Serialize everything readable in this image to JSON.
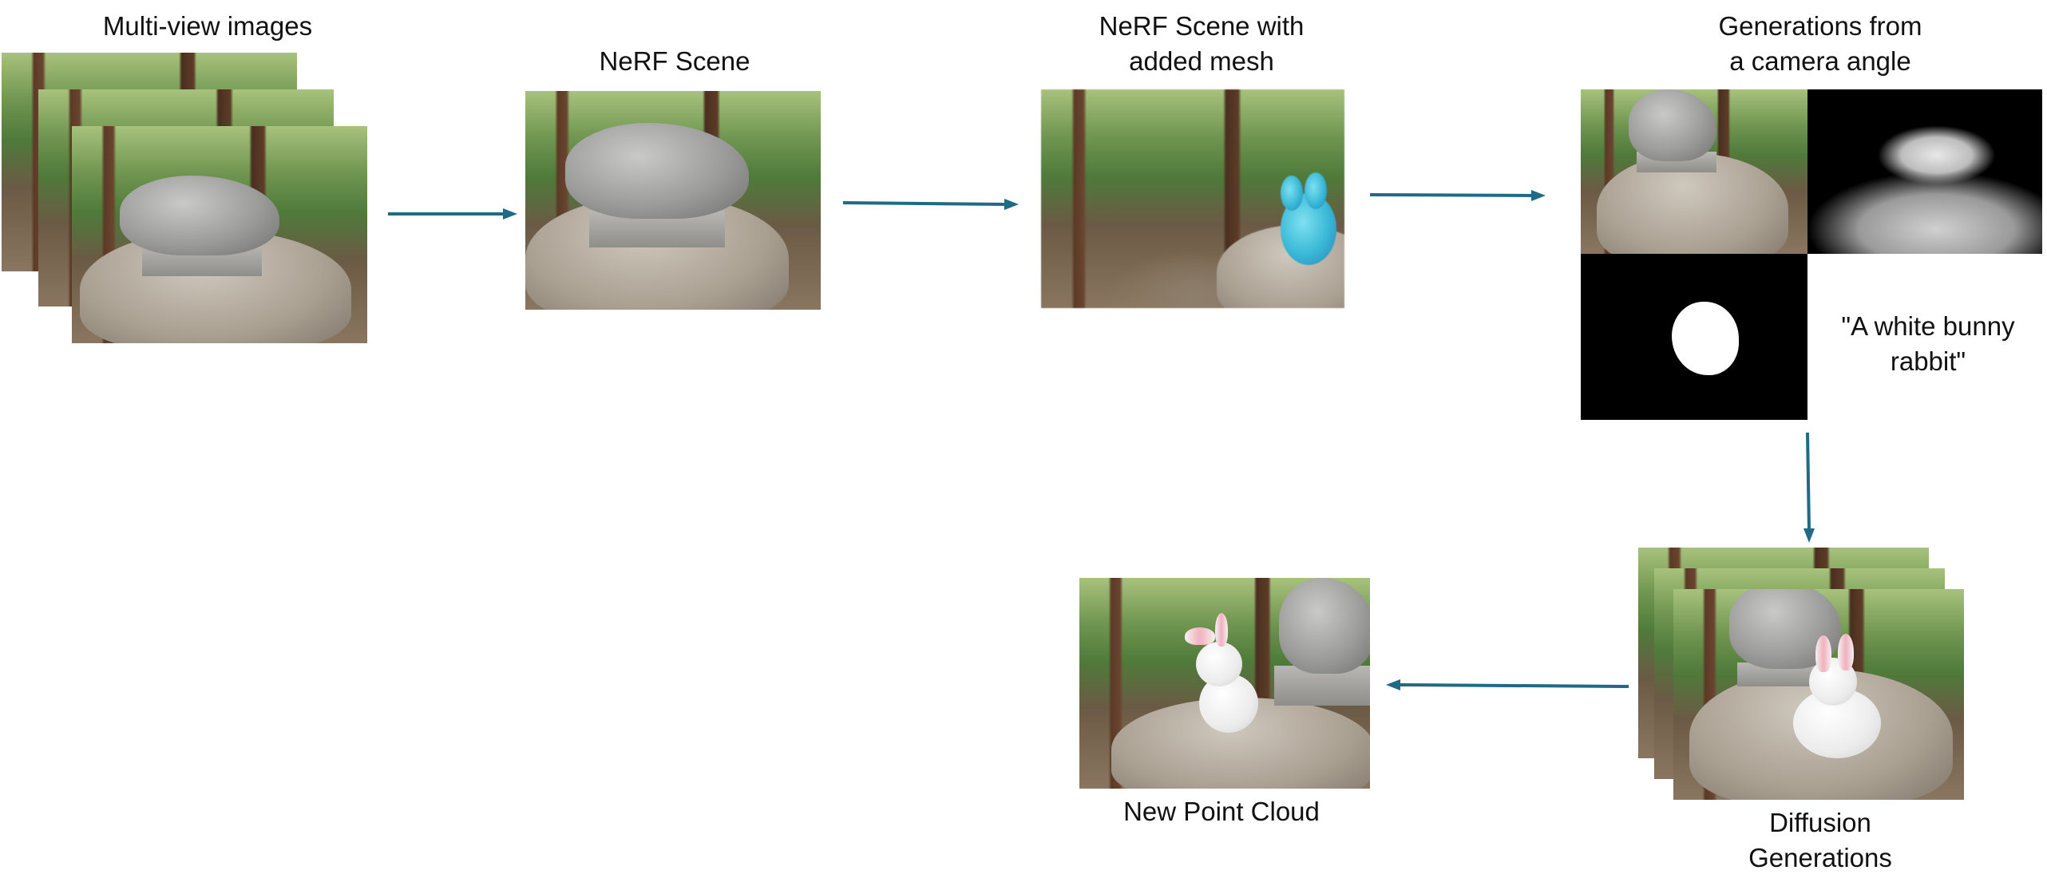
{
  "labels": {
    "multiview": "Multi-view images",
    "nerf_scene": "NeRF Scene",
    "nerf_mesh_line1": "NeRF Scene with",
    "nerf_mesh_line2": "added mesh",
    "generations_line1": "Generations from",
    "generations_line2": "a camera angle",
    "prompt_line1": "\"A white bunny",
    "prompt_line2": "rabbit\"",
    "diffusion_line1": "Diffusion",
    "diffusion_line2": "Generations",
    "point_cloud": "New Point Cloud"
  },
  "colors": {
    "arrow": "#1f6a85",
    "background": "#ffffff"
  }
}
